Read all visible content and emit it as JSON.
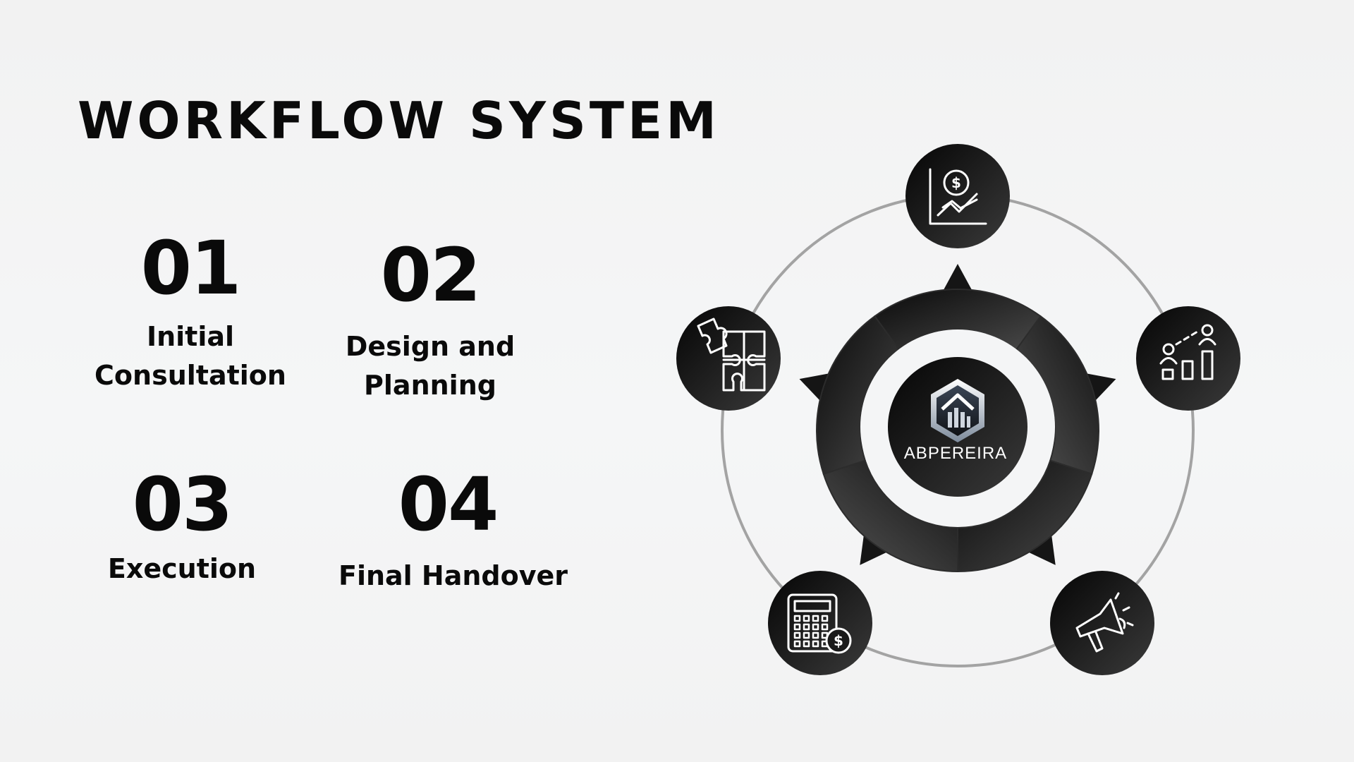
{
  "title": "WORKFLOW SYSTEM",
  "steps": [
    {
      "number": "01",
      "label_lines": [
        "Initial",
        "Consultation"
      ]
    },
    {
      "number": "02",
      "label_lines": [
        "Design and",
        "Planning"
      ]
    },
    {
      "number": "03",
      "label_lines": [
        "Execution"
      ]
    },
    {
      "number": "04",
      "label_lines": [
        "Final Handover"
      ]
    }
  ],
  "hub": {
    "brand": "ABPEREIRA"
  },
  "nodes": [
    {
      "icon": "chart-dollar-icon"
    },
    {
      "icon": "people-growth-icon"
    },
    {
      "icon": "megaphone-icon"
    },
    {
      "icon": "calculator-dollar-icon"
    },
    {
      "icon": "puzzle-icon"
    }
  ],
  "colors": {
    "background": "#f3f4f5",
    "dark": "#1a1a1a",
    "ring": "#a3a3a3",
    "text": "#0a0a0a"
  }
}
